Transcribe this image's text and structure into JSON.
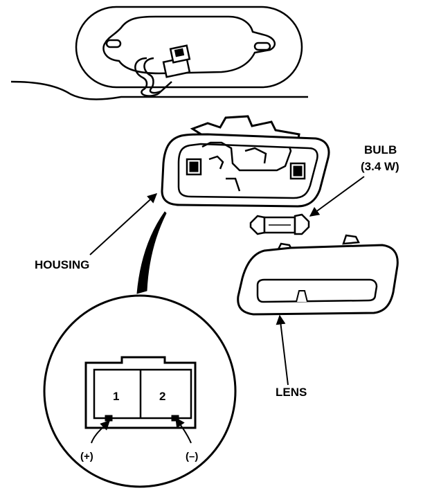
{
  "labels": {
    "bulb": "BULB",
    "bulb_rating": "(3.4 W)",
    "housing": "HOUSING",
    "lens": "LENS"
  },
  "connector": {
    "terminal_1": "1",
    "terminal_2": "2",
    "plus": "(+)",
    "minus": "(–)"
  },
  "colors": {
    "ink": "#000000",
    "paper": "#ffffff"
  }
}
